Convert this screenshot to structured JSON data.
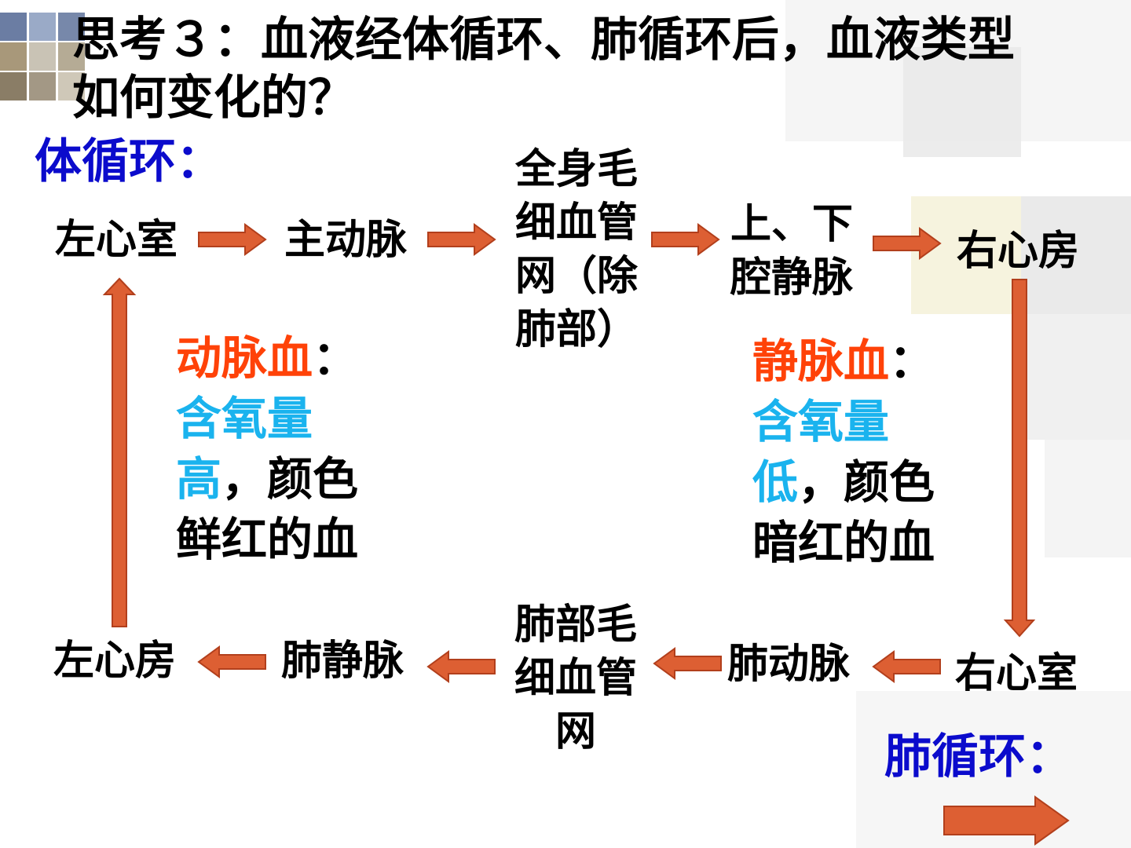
{
  "title": {
    "line1": "思考３：血液经体循环、肺循环后，血液类型",
    "line2": "如何变化的？"
  },
  "systemic_heading": "体循环：",
  "pulmonary_heading": "肺循环：",
  "systemic_nodes": {
    "left_ventricle": "左心室",
    "aorta": "主动脉",
    "capillaries_line1": "全身毛",
    "capillaries_line2": "细血管",
    "capillaries_line3": "网（除",
    "capillaries_line4": "肺部）",
    "vena_cava_line1": "上、下",
    "vena_cava_line2": "腔静脉",
    "right_atrium": "右心房"
  },
  "pulmonary_nodes": {
    "right_ventricle": "右心室",
    "pulmonary_artery": "肺动脉",
    "capillaries_line1": "肺部毛",
    "capillaries_line2": "细血管",
    "capillaries_line3": "网",
    "pulmonary_vein": "肺静脉",
    "left_atrium": "左心房"
  },
  "arterial_note": {
    "term": "动脉血",
    "colon": "：",
    "oxygen": "含氧量",
    "level": "高",
    "rest1": "，颜色",
    "rest2": "鲜红的血"
  },
  "venous_note": {
    "term": "静脉血",
    "colon": "：",
    "oxygen": "含氧量",
    "level": "低",
    "rest1": "，颜色",
    "rest2": "暗红的血"
  },
  "colors": {
    "arrow_fill": "#dd5f33",
    "arrow_stroke": "#b23f1c",
    "heading_blue": "#0b0bcc",
    "term_red": "#ff4208",
    "oxygen_cyan": "#1ab3ee"
  }
}
